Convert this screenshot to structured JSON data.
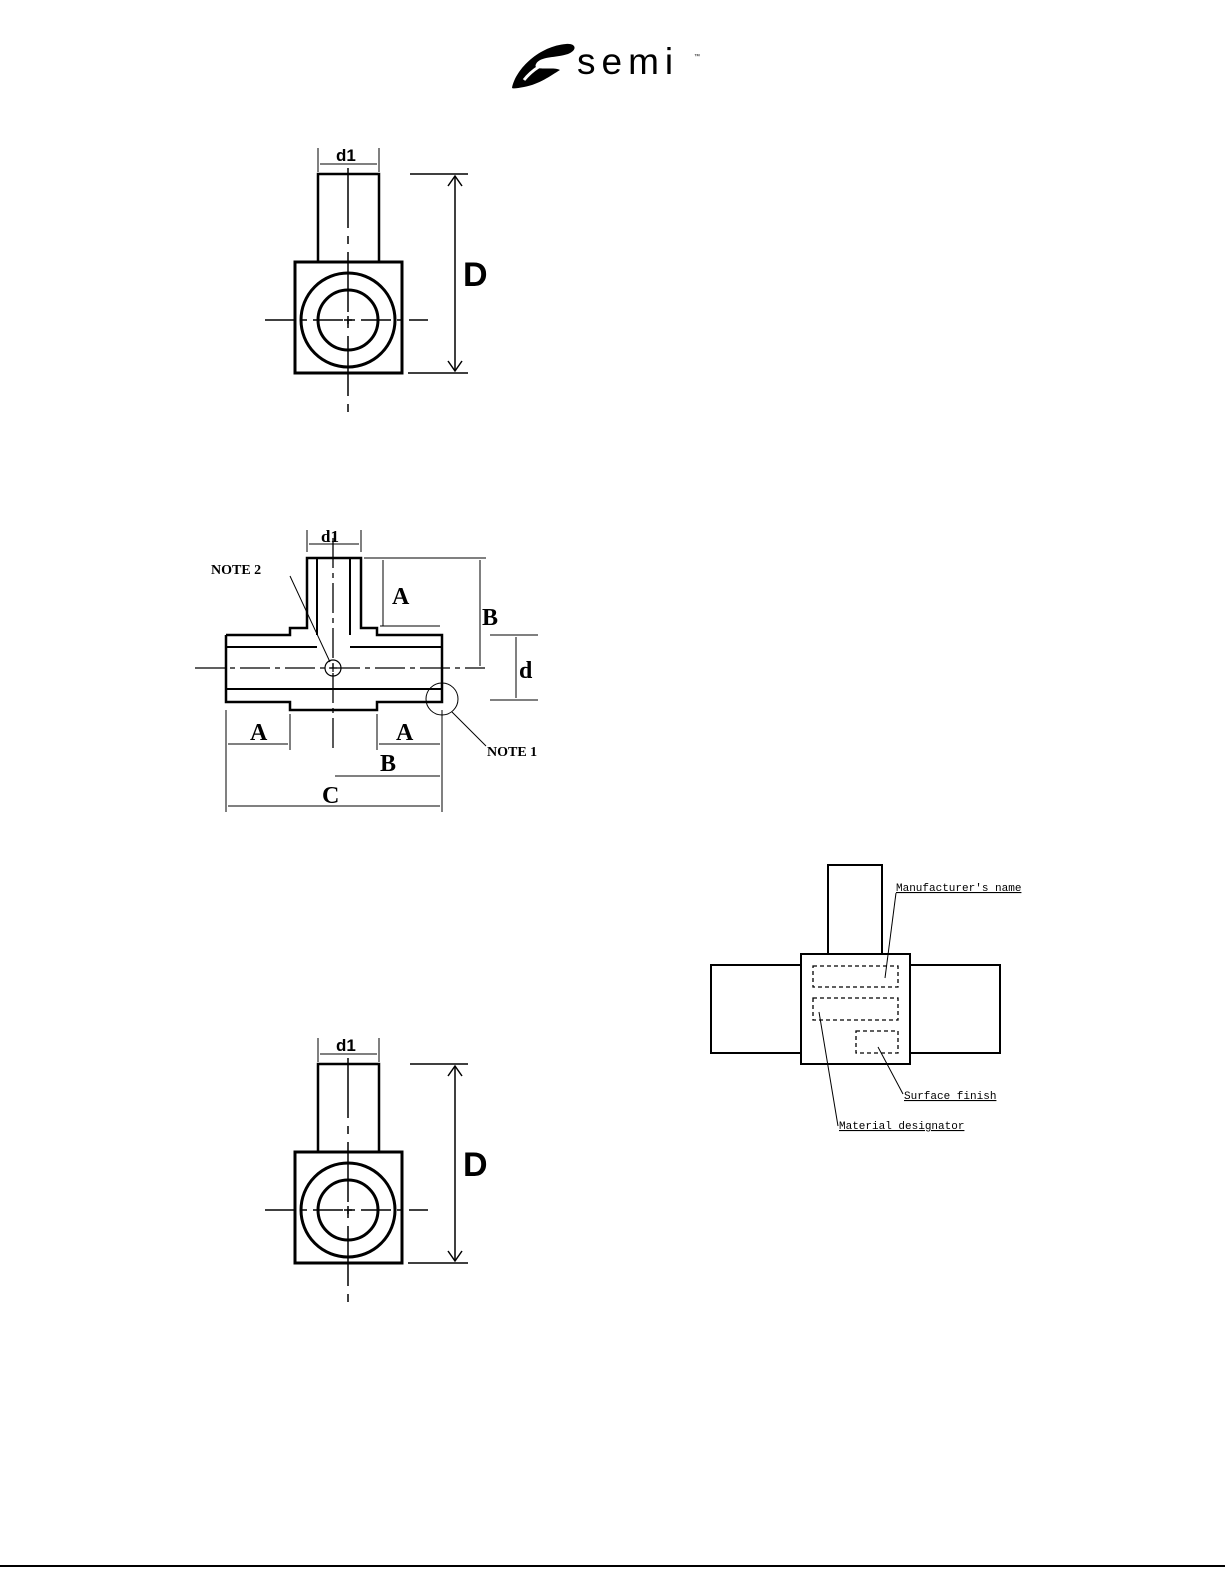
{
  "logo": {
    "text": "semi",
    "tm": "™"
  },
  "figure_top": {
    "d1_label": "d1",
    "D_label": "D"
  },
  "figure_mid": {
    "d1_label": "d1",
    "A_top": "A",
    "B_right": "B",
    "d_label": "d",
    "note2": "NOTE 2",
    "note1": "NOTE 1",
    "A_left": "A",
    "A_right": "A",
    "B_bottom": "B",
    "C_label": "C"
  },
  "figure_bottom": {
    "d1_label": "d1",
    "D_label": "D"
  },
  "marking": {
    "manufacturer": "Manufacturer's name",
    "surface": "Surface finish",
    "material": "Material designator"
  }
}
